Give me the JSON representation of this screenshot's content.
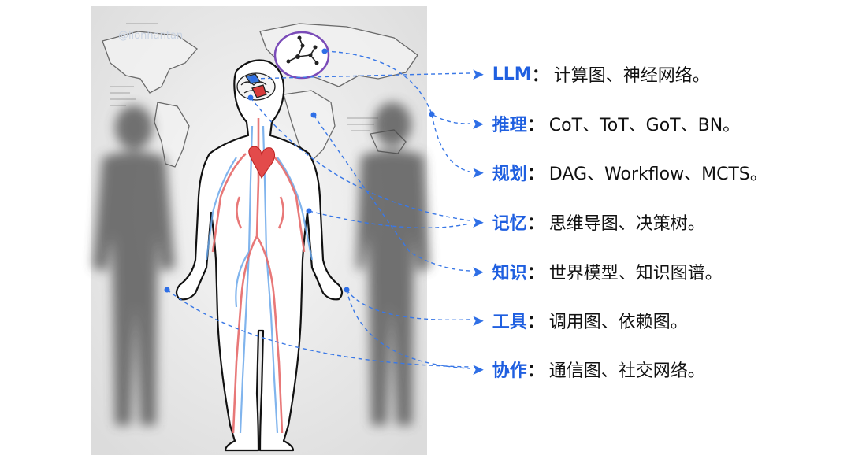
{
  "watermark": "@lionhantan",
  "items": [
    {
      "key": "LLM",
      "value": "计算图、神经网络。"
    },
    {
      "key": "推理",
      "value": "CoT、ToT、GoT、BN。"
    },
    {
      "key": "规划",
      "value": "DAG、Workflow、MCTS。"
    },
    {
      "key": "记忆",
      "value": "思维导图、决策树。"
    },
    {
      "key": "知识",
      "value": "世界模型、知识图谱。"
    },
    {
      "key": "工具",
      "value": "调用图、依赖图。"
    },
    {
      "key": "协作",
      "value": "通信图、社交网络。"
    }
  ],
  "colon": "：",
  "colors": {
    "accent": "#1f5fe0",
    "artery": "#e04848",
    "vein": "#5b9ee6"
  }
}
